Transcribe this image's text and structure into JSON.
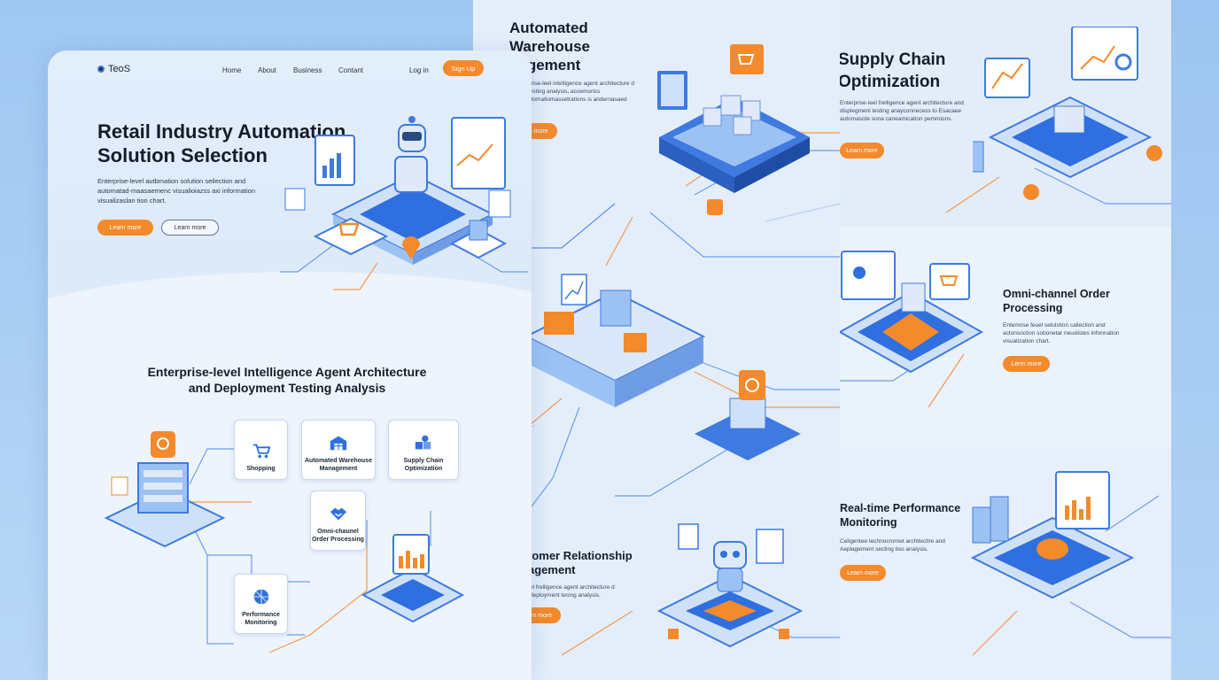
{
  "main": {
    "logo": "TeoS",
    "nav": [
      "Home",
      "About",
      "Business",
      "Contant"
    ],
    "login": "Log in",
    "signup": "Sign Up",
    "hero_title": "Retail Industry Automation Solution Selection",
    "hero_sub": "Enterprise-level autbmation solution seilection and automatad‑maasaemenc visualioiazss axi information visualizaslan tion chart.",
    "btn_primary": "Learn more",
    "btn_secondary": "Learn more",
    "section_title": "Enterprise-level Intelligence Agent Architecture and Deployment Testing Analysis",
    "cards": [
      {
        "label": "Shopping",
        "icon": "cart-icon"
      },
      {
        "label": "Automated Warehouse Management",
        "icon": "warehouse-icon"
      },
      {
        "label": "Supply Chain Optimization",
        "icon": "cubes-icon"
      },
      {
        "label": "Omni-chaunel Order Processing",
        "icon": "handshake-icon"
      },
      {
        "label": "Performance Monitoring",
        "icon": "globe-icon"
      }
    ]
  },
  "mid": {
    "warehouse_title": "Automated Warehouse nagement",
    "warehouse_sub": "erise-leel intelligence agent architecture d testing analysis, acoemorics utomatiomassetrations is andernasaed",
    "warehouse_btn": "rn more",
    "crm_title": "tomer Relationship agement",
    "crm_sub": "el frelligence agent architecture d deployment tecing analysis.",
    "crm_btn": "rn more"
  },
  "right": {
    "supply_title": "Supply Chain Optimization",
    "supply_sub": "Enterprise-leel frelligence agent architecture and displegmeni testing anayconnecess to Esacaee automasote sona caneamication pemmions.",
    "supply_btn": "Learn more",
    "omni_title": "Omni-channel Order Processing",
    "omni_sub": "Entemrise feuel selulstion callection and actonsoction sobonetar neuslistes infonnation visualization chart.",
    "omni_btn": "Lerrn more",
    "perf_title": "Real-time Performance Monitoring",
    "perf_sub": "Celigentee technocrornet architecitre and Aeplagement secting tiso analysis.",
    "perf_btn": "Learn more"
  },
  "colors": {
    "accent": "#f38a2b",
    "blue": "#2f6fe0",
    "light_blue": "#cfe1f8",
    "text": "#141c2b"
  }
}
